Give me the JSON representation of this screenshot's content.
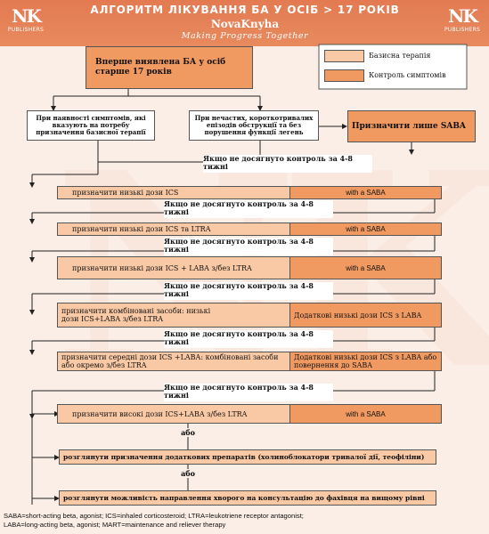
{
  "header": {
    "title": "АЛГОРИТМ ЛІКУВАННЯ БА У ОСІБ > 17 РОКІВ",
    "brand": "NovaKnyha",
    "tagline": "Making Progress Together",
    "logo_mark": "NK",
    "logo_sub": "PUBLISHERS",
    "colors": {
      "header": "#e37a52",
      "background": "#fbeee6",
      "dark_box": "#f09a62",
      "light_box": "#f9c9a5"
    }
  },
  "legend": {
    "baseline": "Базисна терапія",
    "control": "Контроль симптомів"
  },
  "start": {
    "title": "Вперше виявлена БА у осіб старше 17 років",
    "left_branch": "При наявності симптомів, які вказують на потребу призначення базисної терапії",
    "middle_branch": "При нечастих, короткотривалих епізодів обструкції та без порушення функції легень",
    "right_branch": "Призначити лише SABA"
  },
  "connector": "Якщо не досягнуто контроль за 4-8 тижні",
  "or_label": "або",
  "steps": [
    {
      "left": "призначити низькі дози ICS",
      "right": "with a SABA"
    },
    {
      "left": "призначити низькі дози ICS та LTRA",
      "right": "with a SABA"
    },
    {
      "left": "призначити низькі дози ICS + LABA з/без LTRA",
      "right": "with a SABA"
    },
    {
      "left": "призначити комбіновані засоби: низькі дози ICS+LABA з/без LTRA",
      "right": "Додаткові низькі дози ICS з LABA"
    },
    {
      "left": "призначити середні дози ICS +LABA: комбіновані засоби або окремо з/без LTRA",
      "right": "Додаткові низькі дози ICS з LABA або повернення до SABA"
    },
    {
      "left": "призначити високі дози ICS+LABA з/без LTRA",
      "right": "with a SABA"
    }
  ],
  "options": [
    "розглянути призначення додаткових препаратів (холиноблокатори тривалої дії, теофіліни)",
    "розглянути можливість направлення хворого на консультацію до фахівця на вищому рівні"
  ],
  "footer": {
    "line1": "SABA=short-acting beta, agonist; ICS=inhaled corticosteroid; LTRA=leukotriene receptor antagonist;",
    "line2": "LABA=long-acting beta, agonist; MART=maintenance and reliever therapy"
  }
}
